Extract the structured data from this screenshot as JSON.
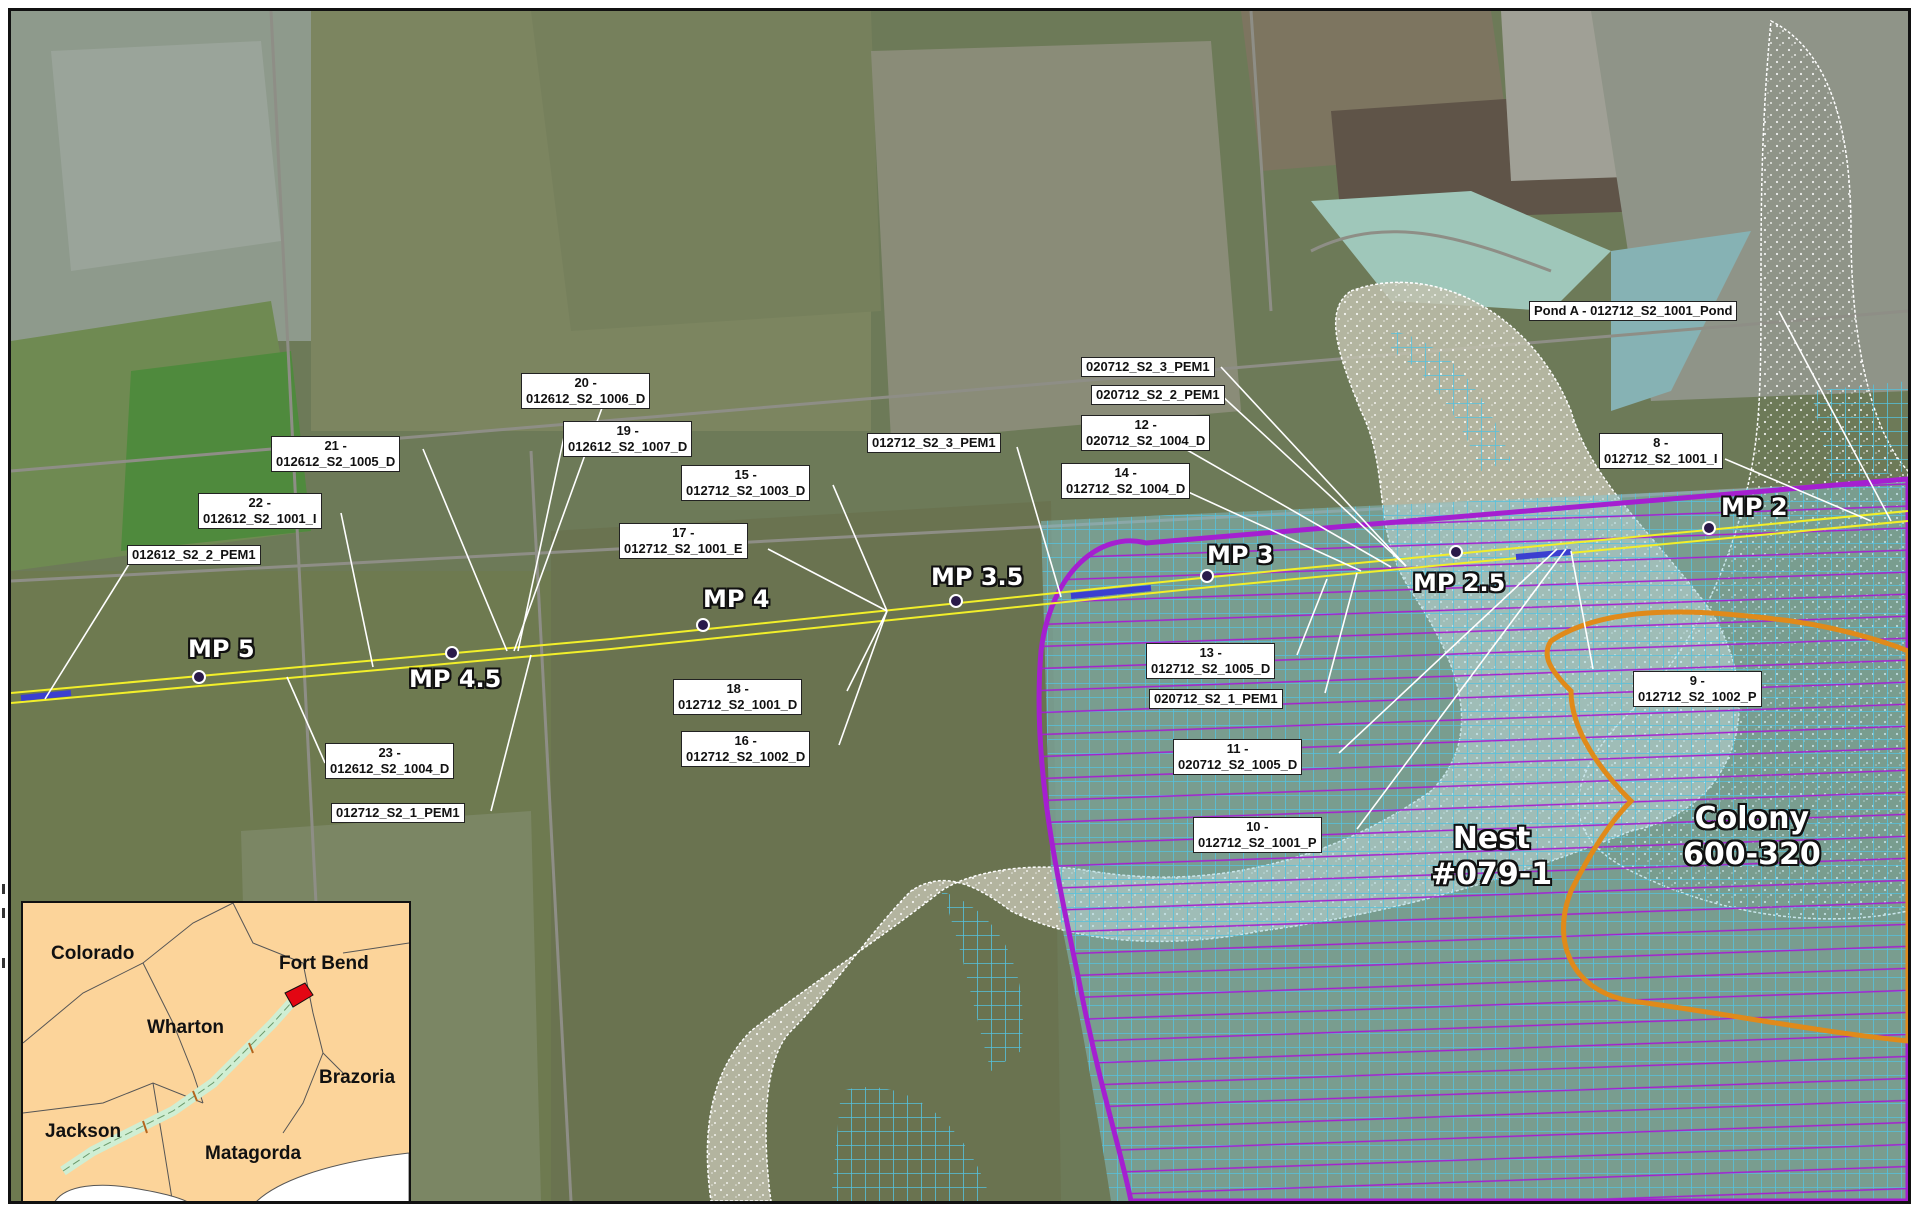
{
  "colors": {
    "pipeline": "#f2ef2a",
    "facility_boundary": "#a51fd0",
    "wetland_hatch": "#55c2de",
    "nest_buffer": "#e08a1a",
    "label_bg": "#ffffff",
    "inset_land": "#fcd49a",
    "inset_highlight": "#e30613",
    "inset_route": "#cfeed3"
  },
  "milepost_labels": [
    {
      "id": "mp5",
      "text": "MP 5"
    },
    {
      "id": "mp4_5",
      "text": "MP 4.5"
    },
    {
      "id": "mp4",
      "text": "MP 4"
    },
    {
      "id": "mp3_5",
      "text": "MP 3.5"
    },
    {
      "id": "mp3",
      "text": "MP 3"
    },
    {
      "id": "mp2_5",
      "text": "MP 2.5"
    },
    {
      "id": "mp2",
      "text": "MP 2"
    }
  ],
  "feature_labels": [
    {
      "id": "pond_a",
      "text": "Pond A - 012712_S2_1001_Pond"
    },
    {
      "id": "f020712_3_pem1",
      "text": "020712_S2_3_PEM1"
    },
    {
      "id": "f020712_2_pem1",
      "text": "020712_S2_2_PEM1"
    },
    {
      "id": "f12",
      "text": "12 -\n020712_S2_1004_D"
    },
    {
      "id": "f14",
      "text": "14 -\n012712_S2_1004_D"
    },
    {
      "id": "f8",
      "text": "8 -\n012712_S2_1001_I"
    },
    {
      "id": "f20",
      "text": "20 -\n012612_S2_1006_D"
    },
    {
      "id": "f19",
      "text": "19 -\n012612_S2_1007_D"
    },
    {
      "id": "f21",
      "text": "21 -\n012612_S2_1005_D"
    },
    {
      "id": "f012712_3_pem1",
      "text": "012712_S2_3_PEM1"
    },
    {
      "id": "f15",
      "text": "15 -\n012712_S2_1003_D"
    },
    {
      "id": "f22",
      "text": "22 -\n012612_S2_1001_I"
    },
    {
      "id": "f17",
      "text": "17 -\n012712_S2_1001_E"
    },
    {
      "id": "f012612_2_pem1",
      "text": "012612_S2_2_PEM1"
    },
    {
      "id": "f13",
      "text": "13 -\n012712_S2_1005_D"
    },
    {
      "id": "f020712_1_pem1",
      "text": "020712_S2_1_PEM1"
    },
    {
      "id": "f9",
      "text": "9 -\n012712_S2_1002_P"
    },
    {
      "id": "f18",
      "text": "18 -\n012712_S2_1001_D"
    },
    {
      "id": "f16",
      "text": "16 -\n012712_S2_1002_D"
    },
    {
      "id": "f23",
      "text": "23 -\n012612_S2_1004_D"
    },
    {
      "id": "f11",
      "text": "11 -\n020712_S2_1005_D"
    },
    {
      "id": "f10",
      "text": "10 -\n012712_S2_1001_P"
    },
    {
      "id": "f012712_1_pem1",
      "text": "012712_S2_1_PEM1"
    }
  ],
  "area_labels": [
    {
      "id": "nest",
      "text": "Nest\n#079-1"
    },
    {
      "id": "colony",
      "text": "Colony\n600-320"
    }
  ],
  "inset_map": {
    "counties": [
      {
        "id": "colorado",
        "text": "Colorado"
      },
      {
        "id": "fort_bend",
        "text": "Fort Bend"
      },
      {
        "id": "wharton",
        "text": "Wharton"
      },
      {
        "id": "brazoria",
        "text": "Brazoria"
      },
      {
        "id": "jackson",
        "text": "Jackson"
      },
      {
        "id": "matagorda",
        "text": "Matagorda"
      }
    ]
  }
}
